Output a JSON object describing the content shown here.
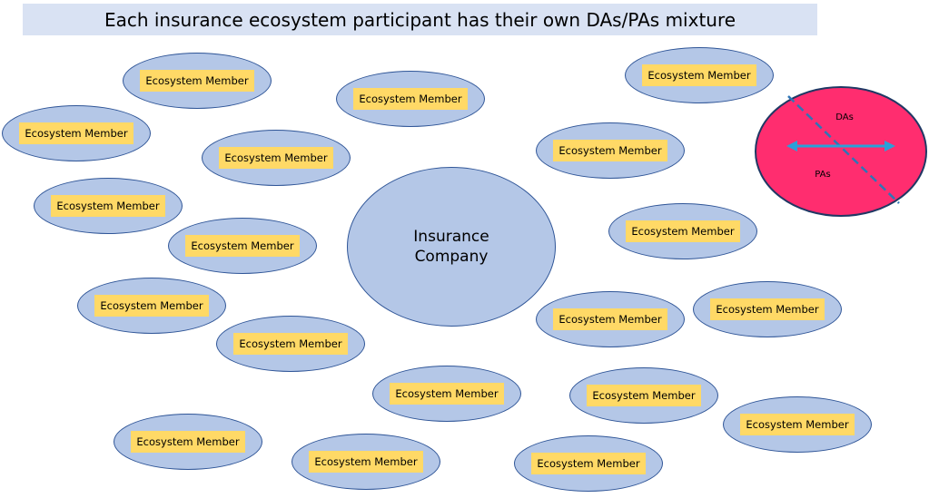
{
  "title": "Each insurance ecosystem participant has their own DAs/PAs mixture",
  "center": {
    "line1": "Insurance",
    "line2": "Company"
  },
  "member_label": "Ecosystem Member",
  "mixture": {
    "top_label": "DAs",
    "bottom_label": "PAs",
    "fill": "#ff2d6f",
    "arrow_color": "#2aa0d8"
  },
  "colors": {
    "ellipse_fill": "#b4c7e7",
    "ellipse_border": "#2f5597",
    "label_fill": "#ffd966",
    "title_bg": "#d9e2f3"
  }
}
